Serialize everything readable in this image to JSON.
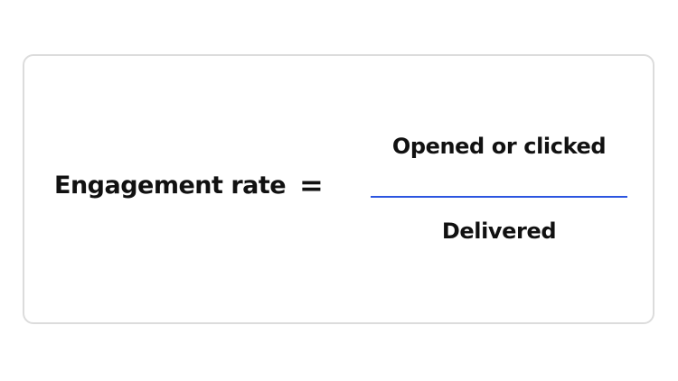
{
  "formula": {
    "lhs": "Engagement rate",
    "operator": "=",
    "numerator": "Opened or clicked",
    "denominator": "Delivered",
    "fraction_bar_color": "#2c55e0"
  }
}
